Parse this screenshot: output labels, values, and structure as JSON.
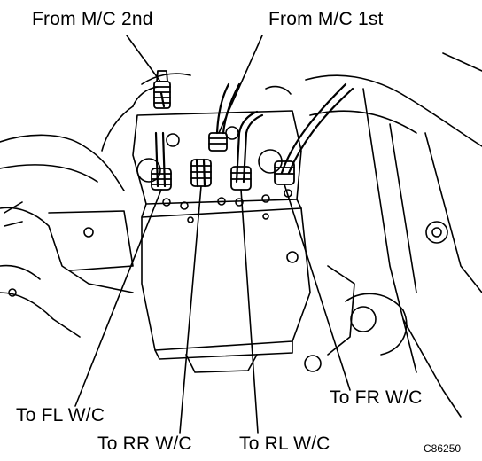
{
  "labels": {
    "from_mc_2nd": "From M/C 2nd",
    "from_mc_1st": "From M/C 1st",
    "to_fl_wc": "To FL W/C",
    "to_rr_wc": "To RR W/C",
    "to_rl_wc": "To RL W/C",
    "to_fr_wc": "To FR W/C"
  },
  "figure_code": "C86250",
  "colors": {
    "ink": "#000000",
    "paper": "#ffffff"
  }
}
